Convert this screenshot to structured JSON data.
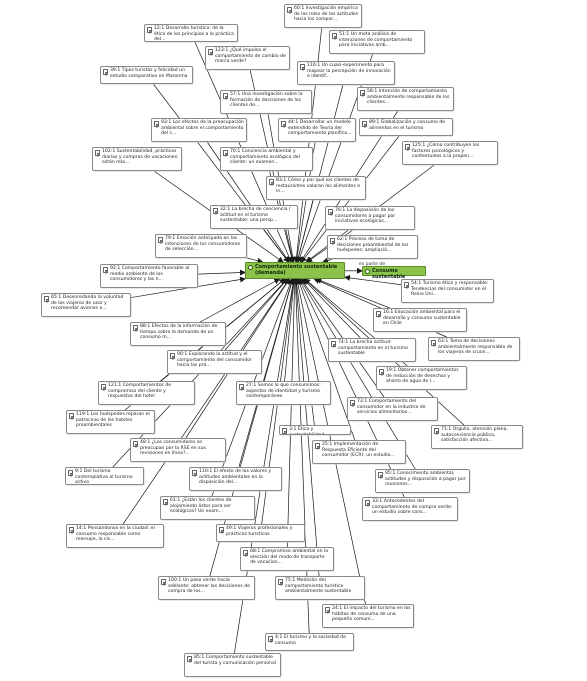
{
  "center": {
    "main_label": "Comportamiento sustentable (demanda)",
    "related_label": "Consumo sustentable",
    "relation": "es parte de"
  },
  "colors": {
    "code_fill": "#8bc34a",
    "code_border": "#5e8e2a",
    "edge": "#1a1a1a"
  },
  "nodes": [
    {
      "id": "n60",
      "text": "60:1 Investigación empírica de los roles de las actitudes hacia los compor..."
    },
    {
      "id": "n12",
      "text": "12:1 Desarrollo turístico: de la ética de los principios a la práctica del..."
    },
    {
      "id": "n51",
      "text": "51:1 Un meta análisis de intenciones de comportamiento para iniciativas amb..."
    },
    {
      "id": "n123",
      "text": "123:1 ¿Qué impulsa el comportamiento de cambio de marca verde?"
    },
    {
      "id": "n116",
      "text": "116:1 Un cuasi-experimento para mapear la percepción de innovación e identif..."
    },
    {
      "id": "n39",
      "text": "39:1 Tipos turistas y felicidad un estudio comparativo en Maronma"
    },
    {
      "id": "n57",
      "text": "57:1 Una investigación sobre la formación de decisiones de los clientes de..."
    },
    {
      "id": "n58",
      "text": "58:1 Intención de comportamiento ambientalmente responsable de los clientes..."
    },
    {
      "id": "n93",
      "text": "93:1 Los efectos de la preocupación ambiental sobre el comportamiento del c..."
    },
    {
      "id": "n44",
      "text": "44:1 Desarrollar un modelo extendido de Teoría del comportamiento planifica..."
    },
    {
      "id": "n89",
      "text": "89:1 Globalización y consumo de alimentos en el turismo"
    },
    {
      "id": "n70",
      "text": "70:1 Conciencia ambiental y comportamiento ecológico del cliente: un examen..."
    },
    {
      "id": "n102",
      "text": "102:1 Sustentabilidad, prácticas diarias y compras de vacaciones: están rela..."
    },
    {
      "id": "n125",
      "text": "125:1 ¿Cómo contribuyen los factores psicológicos y contextuales a la propen..."
    },
    {
      "id": "n83",
      "text": "83:1 Cómo y por qué los clientes de restaurantes valoran los alimentos e in..."
    },
    {
      "id": "n32",
      "text": "32:1 La brecha de conciencia / actitud en el turismo sustentable: una persp..."
    },
    {
      "id": "n76",
      "text": "76:1 La disposición de los consumidores a pagar por iniciativas ecológicas..."
    },
    {
      "id": "n79",
      "text": "79:1 Emoción anticipada en las intenciones de los consumidores de selección..."
    },
    {
      "id": "n62",
      "text": "62:1 Proceso de toma de decisiones proambiental de los huéspedes: ampliació..."
    },
    {
      "id": "n92",
      "text": "92:1 Comportamiento favorable al medio ambiente de los consumidores y las n..."
    },
    {
      "id": "n65",
      "text": "65:1 Desenredando la voluntad de los viajeros de usar y recomendar aviones e..."
    },
    {
      "id": "n54",
      "text": "54:1 Turismo ético y responsable: Tendencias del consumidor en el Reino Uni..."
    },
    {
      "id": "n16",
      "text": "16:1 Educación ambiental para el desarrollo y consumo sustentable en Chile"
    },
    {
      "id": "n88",
      "text": "88:1 Efectos de la información de tiempo sobre la demanda de un consumo m..."
    },
    {
      "id": "n74",
      "text": "74:1 La brecha actitud-comportamiento en el turismo sustentable"
    },
    {
      "id": "n63",
      "text": "63:1 Toma de decisiones ambientalmente responsable de los viajeros de cruce..."
    },
    {
      "id": "n90",
      "text": "90:1 Explorando la actitud y el comportamiento del consumidor hacia las prá..."
    },
    {
      "id": "n19",
      "text": "19:1 Obtener comportamientos de reducción de desechos y ahorro de agua de l..."
    },
    {
      "id": "n121",
      "text": "121:1 Comportamientos de compromiso del cliente y respuestas del hotel"
    },
    {
      "id": "n27",
      "text": "27:1 Somos lo que consumimos: aspectos de identidad y turismo contemporáneo"
    },
    {
      "id": "n73",
      "text": "73:1 Comportamiento del consumidor en la industria de servicios alimentarios..."
    },
    {
      "id": "n119",
      "text": "119:1 Los huéspedes reparan el patrocinio de los hoteles proambientales"
    },
    {
      "id": "n3",
      "text": "3:1 Ética y sustentabilidad"
    },
    {
      "id": "n71",
      "text": "71:1 Orgullo, atención plena, autoconciencia pública, satisfacción afectiva..."
    },
    {
      "id": "n48",
      "text": "48:1 ¿Los consumidores se preocupan por la RSE en sus revisiones en línea?..."
    },
    {
      "id": "n25",
      "text": "25:1 Implementación de Respuesta Eficiente del consumidor (ECR): un estudio..."
    },
    {
      "id": "n9",
      "text": "9:1 Del turismo contemplativo al turismo activo"
    },
    {
      "id": "n110",
      "text": "110:1 El efecto de los valores y actitudes ambientales en la disposición del..."
    },
    {
      "id": "n95",
      "text": "95:1 Conocimiento ambiental, actitudes y disposición a pagar por reuniones..."
    },
    {
      "id": "n61",
      "text": "61:1 ¿Están los clientes de alojamiento listos para ser ecológicos? Un exam..."
    },
    {
      "id": "n33",
      "text": "33:1 Antecedentes del comportamiento de compra verde: un estudio sobre cons..."
    },
    {
      "id": "n14",
      "text": "14:1 Pensandonos en la ciudad: el consumo responsable como mensaje, la cis..."
    },
    {
      "id": "n49",
      "text": "49:1 Viajeros profesionales y prácticas turísticas"
    },
    {
      "id": "n68",
      "text": "68:1 Compromiso ambiental en la elección del modo de transporte de vacacion..."
    },
    {
      "id": "n100",
      "text": "100:1 Un paso verde hacia adelante: obtener las decisiones de compra de los..."
    },
    {
      "id": "n75",
      "text": "75:1 Medición del comportamiento turístico ambientalmente sustentable"
    },
    {
      "id": "n24",
      "text": "24:1 El impacto del turismo en los hábitos de consumo de una pequeña comuni..."
    },
    {
      "id": "n4",
      "text": "4:1 El turismo y la sociedad de consumo"
    },
    {
      "id": "n85",
      "text": "85:1 Comportamiento sustentable del turista y comunicación personal"
    }
  ]
}
